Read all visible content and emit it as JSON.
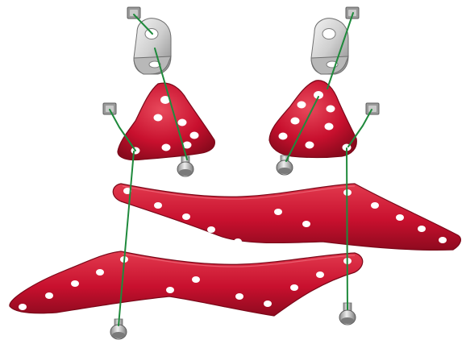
{
  "figure": {
    "kind": "exploded-assembly-diagram",
    "parts": [
      {
        "id": "nut-left-top",
        "type": "square-nut"
      },
      {
        "id": "nut-right-top",
        "type": "square-nut"
      },
      {
        "id": "bracket-left",
        "type": "angle-bracket"
      },
      {
        "id": "bracket-right",
        "type": "angle-bracket"
      },
      {
        "id": "nut-left-mid",
        "type": "square-nut"
      },
      {
        "id": "nut-right-mid",
        "type": "square-nut"
      },
      {
        "id": "cone-plate-left",
        "type": "perforated-cone-plate"
      },
      {
        "id": "cone-plate-right",
        "type": "perforated-cone-plate"
      },
      {
        "id": "bolt-left-mid",
        "type": "hex-bolt"
      },
      {
        "id": "bolt-right-mid",
        "type": "hex-bolt"
      },
      {
        "id": "flat-plate-upper",
        "type": "perforated-flat-plate"
      },
      {
        "id": "flat-plate-lower",
        "type": "perforated-flat-plate"
      },
      {
        "id": "bolt-left-bottom",
        "type": "hex-bolt"
      },
      {
        "id": "bolt-right-bottom",
        "type": "hex-bolt"
      }
    ],
    "assembly_line_count": 8
  },
  "colors": {
    "plate_red": "#c8102e",
    "plate_red_dark": "#8e0a1f",
    "plate_red_light": "#e23a4e",
    "hole_white": "#ffffff",
    "line_green": "#1f8a3c",
    "metal_light": "#e2e2e2",
    "metal_mid": "#a9a9a9",
    "metal_dark": "#6e6e6e"
  }
}
